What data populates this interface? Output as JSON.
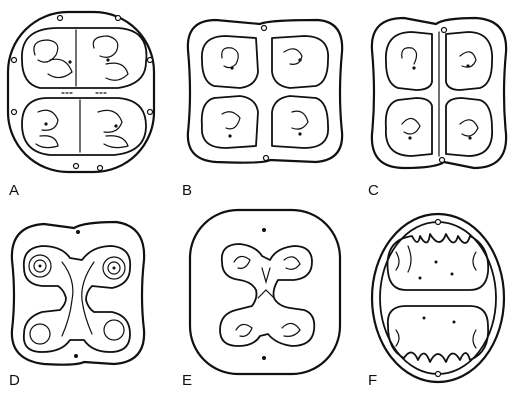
{
  "figure": {
    "panels": [
      {
        "label": "A"
      },
      {
        "label": "B"
      },
      {
        "label": "C"
      },
      {
        "label": "D"
      },
      {
        "label": "E"
      },
      {
        "label": "F"
      }
    ]
  },
  "colors": {
    "ink": "#111111",
    "background": "#ffffff"
  }
}
